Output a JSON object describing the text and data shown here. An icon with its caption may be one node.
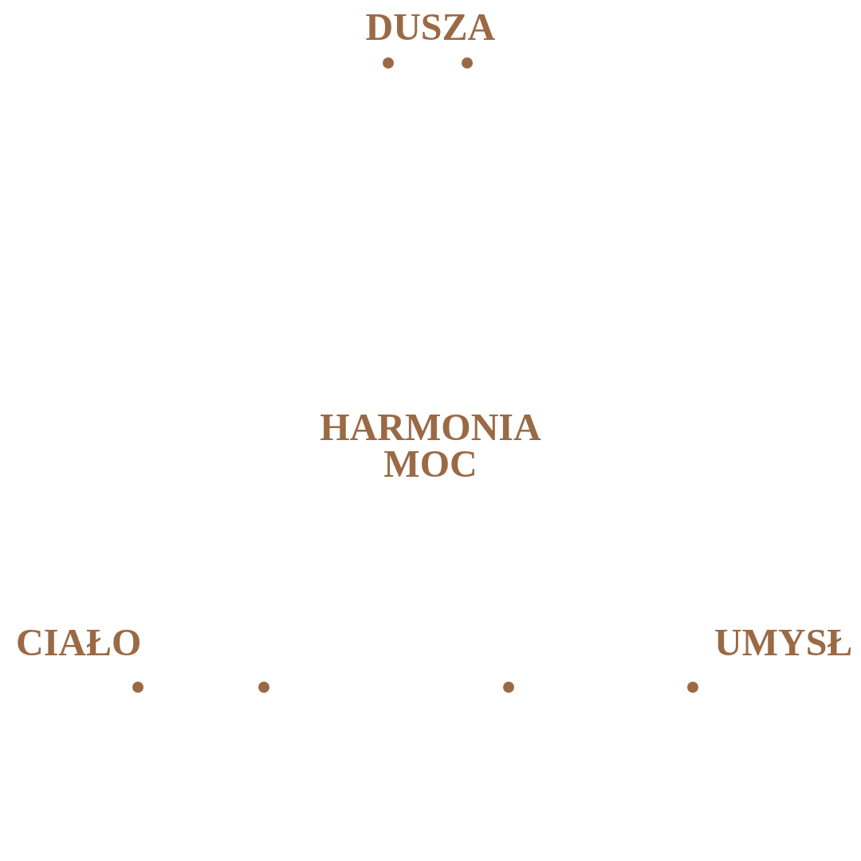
{
  "diagram": {
    "labels": [
      "DUSZA",
      "HARMONIA MOC",
      "CIAŁO",
      "UMYSŁ"
    ]
  }
}
